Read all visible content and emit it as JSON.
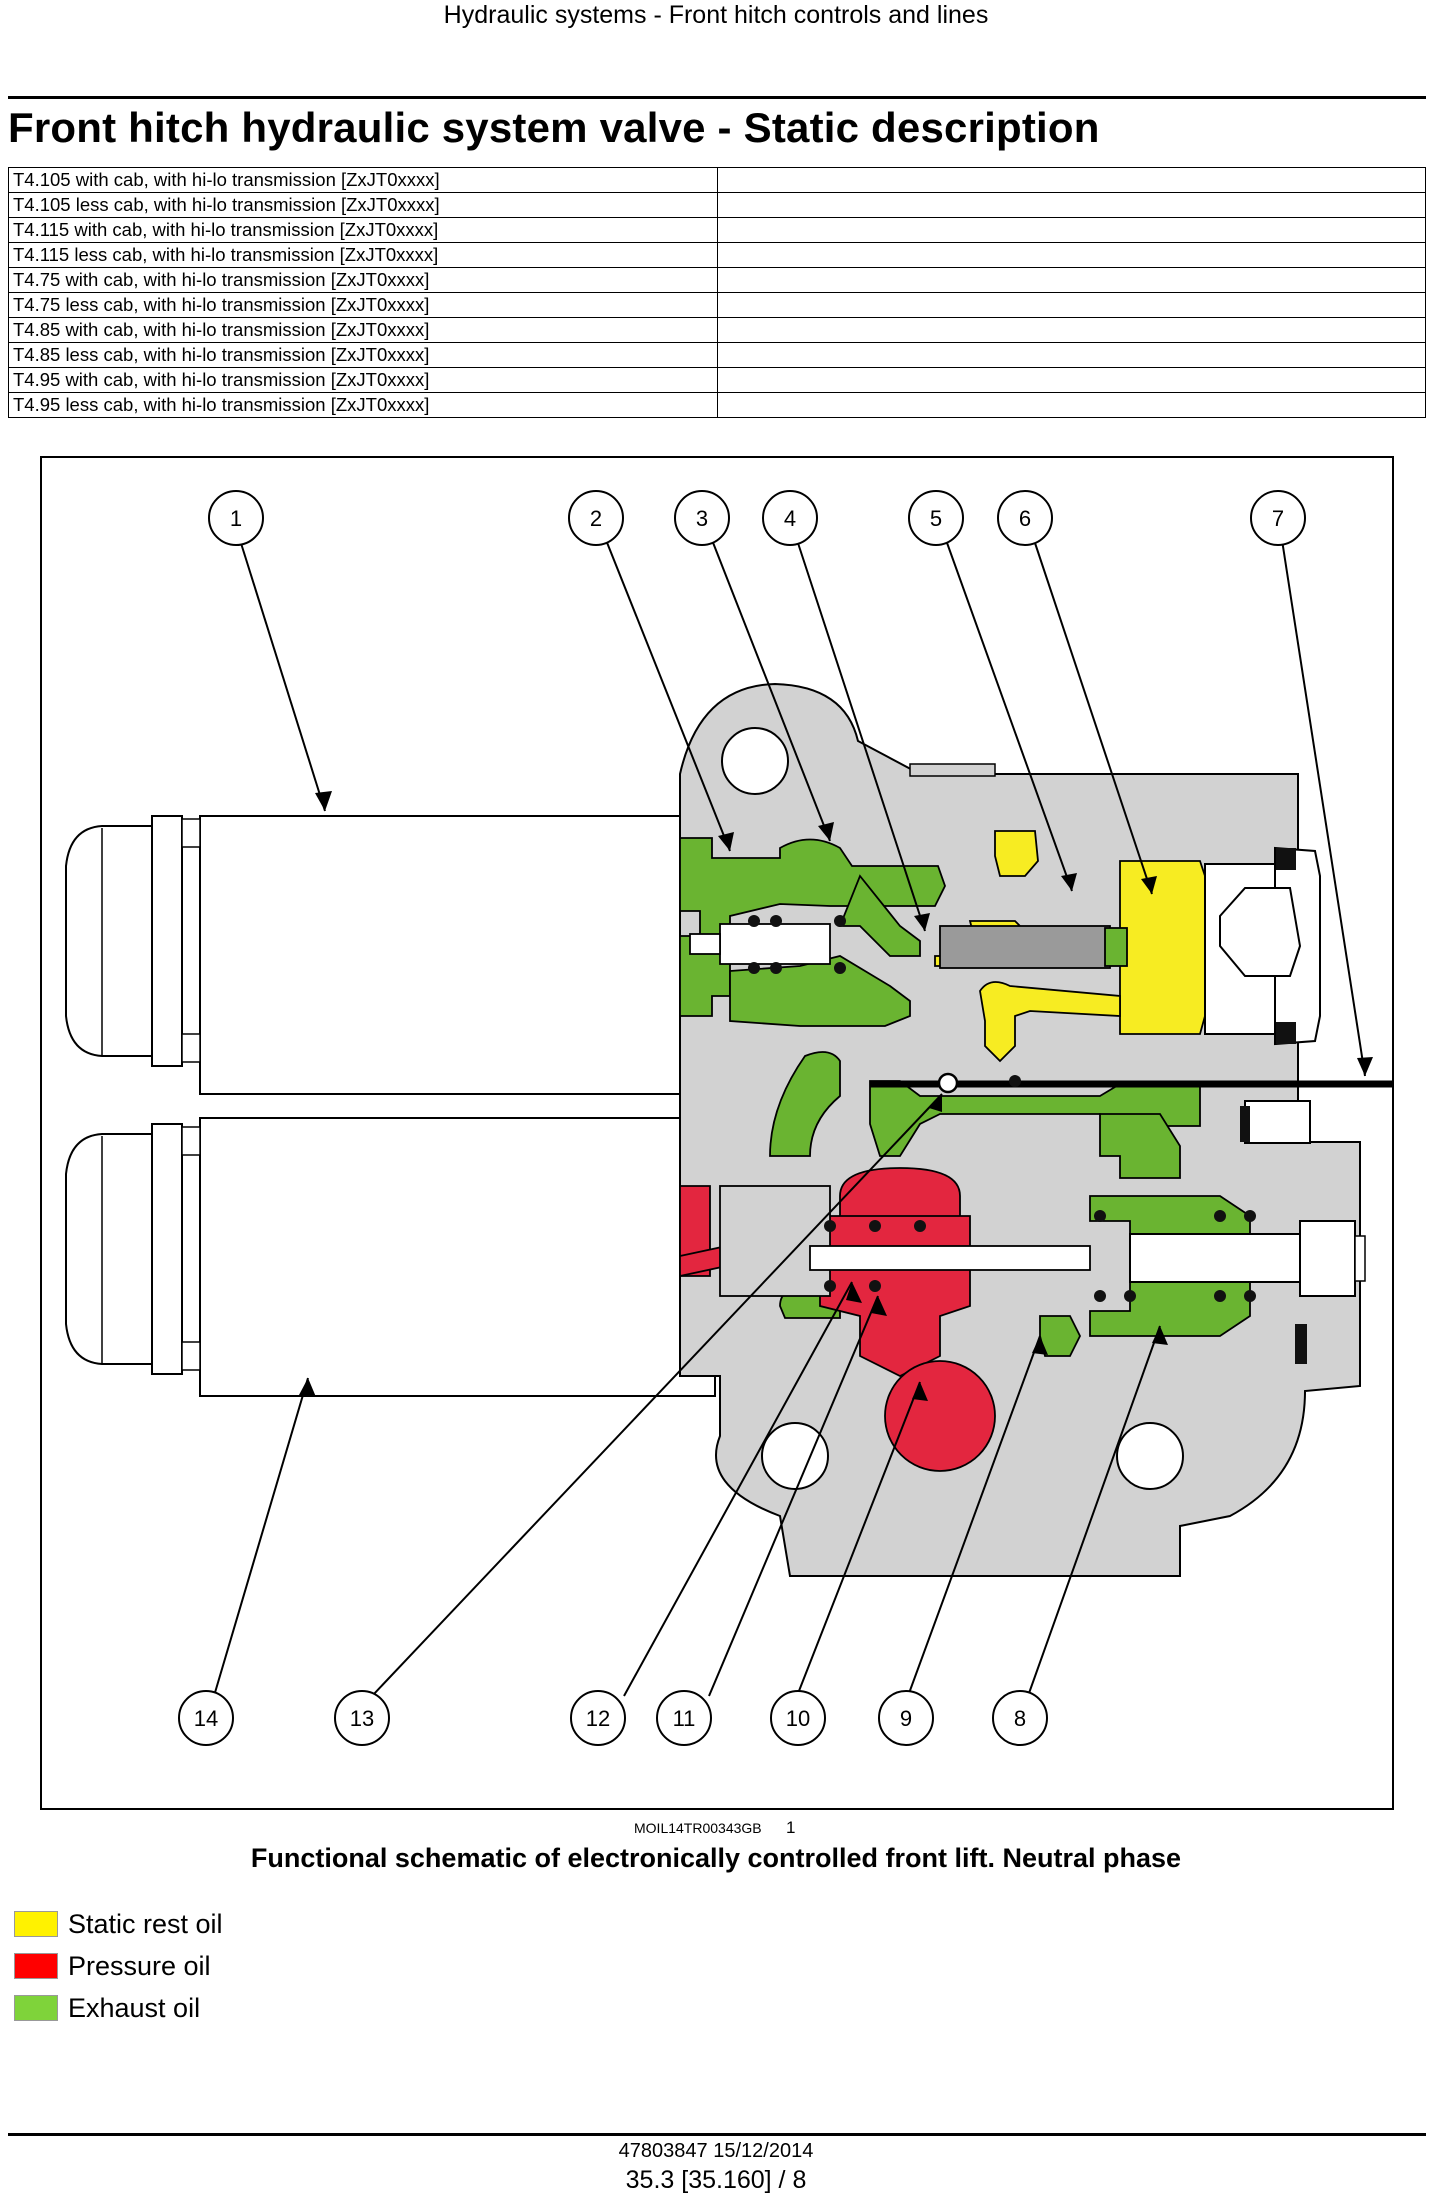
{
  "header": {
    "title": "Hydraulic systems - Front hitch controls and lines"
  },
  "page_title": "Front hitch hydraulic system valve - Static description",
  "models": [
    "T4.105 with cab, with hi-lo transmission [ZxJT0xxxx]",
    "T4.105 less cab, with hi-lo transmission [ZxJT0xxxx]",
    "T4.115 with cab, with hi-lo transmission [ZxJT0xxxx]",
    "T4.115 less cab, with hi-lo transmission [ZxJT0xxxx]",
    "T4.75 with cab, with hi-lo transmission [ZxJT0xxxx]",
    "T4.75 less cab, with hi-lo transmission [ZxJT0xxxx]",
    "T4.85 with cab, with hi-lo transmission [ZxJT0xxxx]",
    "T4.85 less cab, with hi-lo transmission [ZxJT0xxxx]",
    "T4.95 with cab, with hi-lo transmission [ZxJT0xxxx]",
    "T4.95 less cab, with hi-lo transmission [ZxJT0xxxx]"
  ],
  "figure": {
    "callouts": [
      "1",
      "2",
      "3",
      "4",
      "5",
      "6",
      "7",
      "8",
      "9",
      "10",
      "11",
      "12",
      "13",
      "14"
    ],
    "reference": "MOIL14TR00343GB",
    "number": "1",
    "caption": "Functional schematic of electronically controlled front lift. Neutral phase"
  },
  "legend": [
    {
      "label": "Static rest oil",
      "color": "#fff200"
    },
    {
      "label": "Pressure oil",
      "color": "#ff0000"
    },
    {
      "label": "Exhaust oil",
      "color": "#7fd33a"
    }
  ],
  "colors": {
    "static": "#f7ec22",
    "pressure": "#e3263f",
    "exhaust": "#6ab431",
    "body": "#d2d2d2"
  },
  "footer": {
    "doc_ref": "47803847 15/12/2014",
    "page": "35.3 [35.160] / 8"
  }
}
